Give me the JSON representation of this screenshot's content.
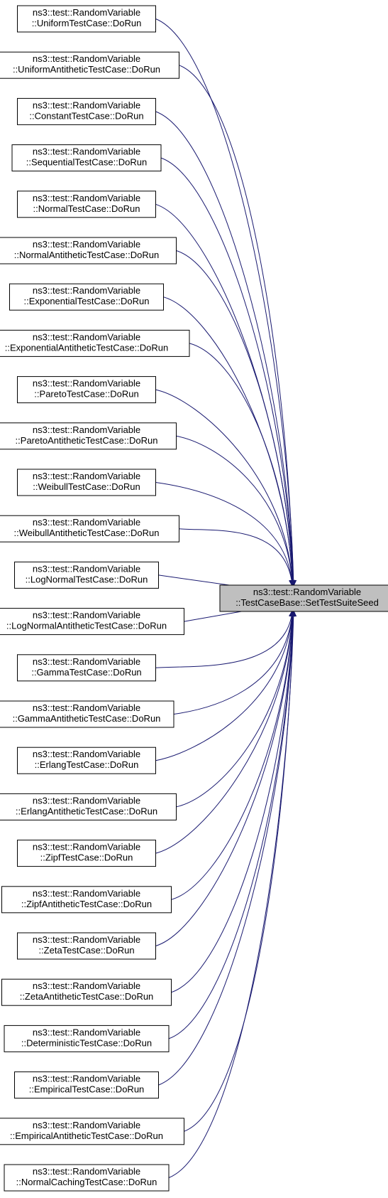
{
  "diagram": {
    "type": "call-graph",
    "target": {
      "lines": [
        "ns3::test::RandomVariable",
        "::TestCaseBase::SetTestSuiteSeed"
      ]
    },
    "callers": [
      {
        "lines": [
          "ns3::test::RandomVariable",
          "::UniformTestCase::DoRun"
        ]
      },
      {
        "lines": [
          "ns3::test::RandomVariable",
          "::UniformAntitheticTestCase::DoRun"
        ]
      },
      {
        "lines": [
          "ns3::test::RandomVariable",
          "::ConstantTestCase::DoRun"
        ]
      },
      {
        "lines": [
          "ns3::test::RandomVariable",
          "::SequentialTestCase::DoRun"
        ]
      },
      {
        "lines": [
          "ns3::test::RandomVariable",
          "::NormalTestCase::DoRun"
        ]
      },
      {
        "lines": [
          "ns3::test::RandomVariable",
          "::NormalAntitheticTestCase::DoRun"
        ]
      },
      {
        "lines": [
          "ns3::test::RandomVariable",
          "::ExponentialTestCase::DoRun"
        ]
      },
      {
        "lines": [
          "ns3::test::RandomVariable",
          "::ExponentialAntitheticTestCase::DoRun"
        ]
      },
      {
        "lines": [
          "ns3::test::RandomVariable",
          "::ParetoTestCase::DoRun"
        ]
      },
      {
        "lines": [
          "ns3::test::RandomVariable",
          "::ParetoAntitheticTestCase::DoRun"
        ]
      },
      {
        "lines": [
          "ns3::test::RandomVariable",
          "::WeibullTestCase::DoRun"
        ]
      },
      {
        "lines": [
          "ns3::test::RandomVariable",
          "::WeibullAntitheticTestCase::DoRun"
        ]
      },
      {
        "lines": [
          "ns3::test::RandomVariable",
          "::LogNormalTestCase::DoRun"
        ]
      },
      {
        "lines": [
          "ns3::test::RandomVariable",
          "::LogNormalAntitheticTestCase::DoRun"
        ]
      },
      {
        "lines": [
          "ns3::test::RandomVariable",
          "::GammaTestCase::DoRun"
        ]
      },
      {
        "lines": [
          "ns3::test::RandomVariable",
          "::GammaAntitheticTestCase::DoRun"
        ]
      },
      {
        "lines": [
          "ns3::test::RandomVariable",
          "::ErlangTestCase::DoRun"
        ]
      },
      {
        "lines": [
          "ns3::test::RandomVariable",
          "::ErlangAntitheticTestCase::DoRun"
        ]
      },
      {
        "lines": [
          "ns3::test::RandomVariable",
          "::ZipfTestCase::DoRun"
        ]
      },
      {
        "lines": [
          "ns3::test::RandomVariable",
          "::ZipfAntitheticTestCase::DoRun"
        ]
      },
      {
        "lines": [
          "ns3::test::RandomVariable",
          "::ZetaTestCase::DoRun"
        ]
      },
      {
        "lines": [
          "ns3::test::RandomVariable",
          "::ZetaAntitheticTestCase::DoRun"
        ]
      },
      {
        "lines": [
          "ns3::test::RandomVariable",
          "::DeterministicTestCase::DoRun"
        ]
      },
      {
        "lines": [
          "ns3::test::RandomVariable",
          "::EmpiricalTestCase::DoRun"
        ]
      },
      {
        "lines": [
          "ns3::test::RandomVariable",
          "::EmpiricalAntitheticTestCase::DoRun"
        ]
      },
      {
        "lines": [
          "ns3::test::RandomVariable",
          "::NormalCachingTestCase::DoRun"
        ]
      }
    ],
    "colors": {
      "edge": "#191970",
      "node_border": "#000000",
      "node_fill": "#ffffff",
      "target_fill": "#bfbfbf",
      "text": "#000000"
    }
  }
}
